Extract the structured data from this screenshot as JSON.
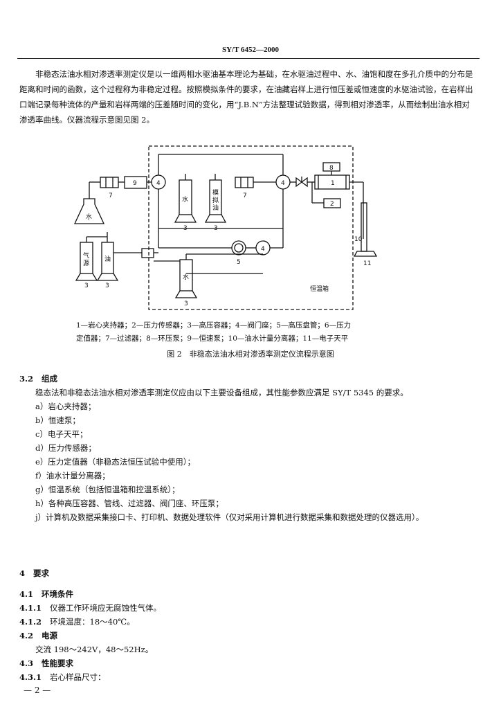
{
  "header": {
    "code": "SY/T 6452—2000"
  },
  "intro": {
    "paragraph": "非稳态法油水相对渗透率测定仪是以一维两相水驱油基本理论为基础，在水驱油过程中、水、油饱和度在多孔介质中的分布是距离和时间的函数，这个过程称为非稳定过程。按照模拟条件的要求，在油藏岩样上进行恒压差或恒速度的水驱油试验，在岩样出口端记录每种流体的产量和岩样两端的压差随时间的变化，用“J.B.N”方法整理试验数据，得到相对渗透率，从而绘制出油水相对渗透率曲线。仪器流程示意图见图 2。"
  },
  "diagram": {
    "labels": {
      "n1": "1",
      "n2": "2",
      "n3": "3",
      "n4": "4",
      "n5": "5",
      "n7": "7",
      "n8": "8",
      "n9": "9",
      "n10": "10",
      "n11": "11",
      "water": "水",
      "sim_oil_1": "模",
      "sim_oil_2": "拟",
      "sim_oil_3": "油",
      "gas_1": "气",
      "gas_2": "源",
      "oil": "油",
      "thermostat": "恒温箱"
    }
  },
  "caption": {
    "line1": "1—岩心夹持器；2—压力传感器；3—高压容器；4—阀门座；5—高压盘管；6—压力",
    "line2": "定值器；7—过滤器；8—环压泵；9—恒速泵；10—油水计量分离器；11—电子天平",
    "title": "图 2　非稳态法油水相对渗透率测定仪流程示意图"
  },
  "section_3_2": {
    "num": "3.2",
    "title": "组成",
    "para": "稳态法和非稳态法油水相对渗透率测定仪应由以下主要设备组成，其性能参数应满足 SY/T 5345 的要求。",
    "items": [
      "a）岩心夹持器；",
      "b）恒速泵；",
      "c）电子天平；",
      "d）压力传感器；",
      "e）压力定值器（非稳态法恒压试验中使用）；",
      "f）油水计量分离器；",
      "g）恒温系统（包括恒温箱和控温系统）；",
      "h）各种高压容器、管线、过滤器、阀门座、环压泵；",
      "j）计算机及数据采集接口卡、打印机、数据处理软件（仅对采用计算机进行数据采集和数据处理的仪器选用）。"
    ]
  },
  "section_4": {
    "num": "4",
    "title": "要求"
  },
  "section_4_1": {
    "num": "4.1",
    "title": "环境条件"
  },
  "section_4_1_1": {
    "num": "4.1.1",
    "text": "仪器工作环境应无腐蚀性气体。"
  },
  "section_4_1_2": {
    "num": "4.1.2",
    "text": "环境温度：18～40℃。"
  },
  "section_4_2": {
    "num": "4.2",
    "title": "电源",
    "text": "交流 198～242V，48～52Hz。"
  },
  "section_4_3": {
    "num": "4.3",
    "title": "性能要求"
  },
  "section_4_3_1": {
    "num": "4.3.1",
    "text": "岩心样品尺寸："
  },
  "footer": {
    "page": "— 2 —"
  }
}
